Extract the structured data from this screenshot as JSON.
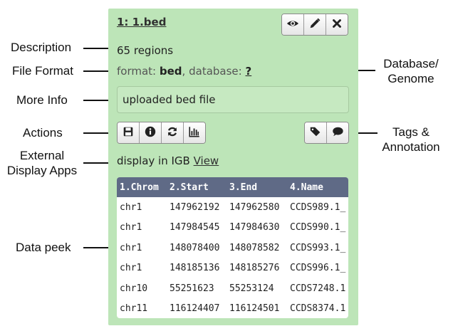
{
  "callouts": {
    "description": "Description",
    "file_format": "File Format",
    "more_info": "More Info",
    "actions": "Actions",
    "external_display_line1": "External",
    "external_display_line2": "Display Apps",
    "data_peek": "Data peek",
    "database_line1": "Database/",
    "database_line2": "Genome",
    "tags_line1": "Tags &",
    "tags_line2": "Annotation"
  },
  "dataset": {
    "title": "1: 1.bed",
    "title_buttons": [
      "eye-icon",
      "pencil-icon",
      "close-icon"
    ],
    "summary": "65 regions",
    "format_label": "format:",
    "format_value": "bed",
    "format_sep": ",",
    "database_label": "database:",
    "database_value": "?",
    "info": "uploaded bed file",
    "action_icons": [
      "save-icon",
      "info-icon",
      "rerun-icon",
      "visualize-icon"
    ],
    "tag_icons": [
      "tags-icon",
      "comment-icon"
    ],
    "display_label": "display in IGB",
    "display_link": "View"
  },
  "peek": {
    "columns": [
      "1.Chrom",
      "2.Start",
      "3.End",
      "4.Name"
    ],
    "rows": [
      [
        "chr1",
        "147962192",
        "147962580",
        "CCDS989.1_"
      ],
      [
        "chr1",
        "147984545",
        "147984630",
        "CCDS990.1_"
      ],
      [
        "chr1",
        "148078400",
        "148078582",
        "CCDS993.1_"
      ],
      [
        "chr1",
        "148185136",
        "148185276",
        "CCDS996.1_"
      ],
      [
        "chr10",
        "55251623",
        "55253124",
        "CCDS7248.1"
      ],
      [
        "chr11",
        "116124407",
        "116124501",
        "CCDS8374.1"
      ]
    ]
  },
  "colors": {
    "panel_bg": "#bde5b8",
    "peek_header_bg": "#5f6a86"
  }
}
